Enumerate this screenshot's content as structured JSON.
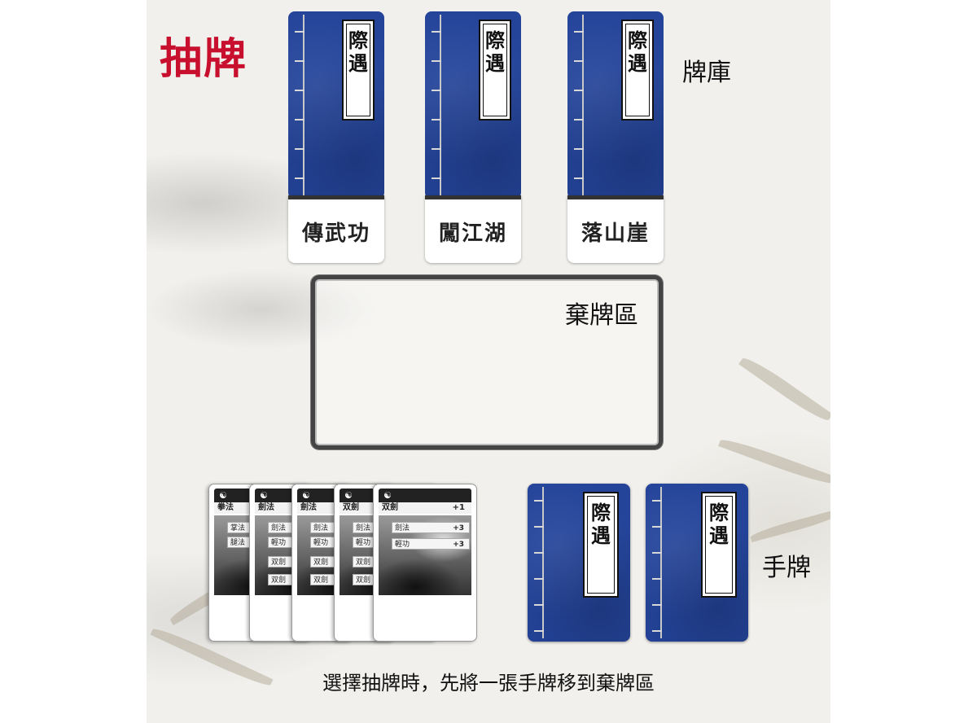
{
  "title": "抽牌",
  "zones": {
    "draw_pile_label": "牌庫",
    "discard_label": "棄牌區",
    "hand_label": "手牌"
  },
  "card_back_text": "際遇",
  "decks": [
    {
      "name": "傳武功"
    },
    {
      "name": "闖江湖"
    },
    {
      "name": "落山崖"
    }
  ],
  "hand_cards": [
    {
      "name": "拳法",
      "icon": "card-symbol-icon",
      "rows": [
        "掌法",
        "腿法"
      ]
    },
    {
      "name": "劍法",
      "icon": "card-symbol-icon",
      "rows": [
        "劍法",
        "輕功",
        "双劍",
        "双劍"
      ]
    },
    {
      "name": "劍法",
      "icon": "card-symbol-icon",
      "rows": [
        "劍法",
        "輕功",
        "双劍",
        "双劍"
      ]
    },
    {
      "name": "双劍",
      "icon": "card-symbol-icon",
      "rows": [
        "劍法",
        "輕功",
        "双劍",
        "双劍"
      ]
    },
    {
      "name": "双劍",
      "bonus": "+1",
      "icon": "card-symbol-icon",
      "rows": [
        {
          "label": "劍法",
          "value": "+3"
        },
        {
          "label": "輕功",
          "value": "+3"
        }
      ]
    }
  ],
  "instruction": "選擇抽牌時，先將一張手牌移到棄牌區",
  "colors": {
    "title": "#c8102e",
    "card_back": "#24449a"
  }
}
